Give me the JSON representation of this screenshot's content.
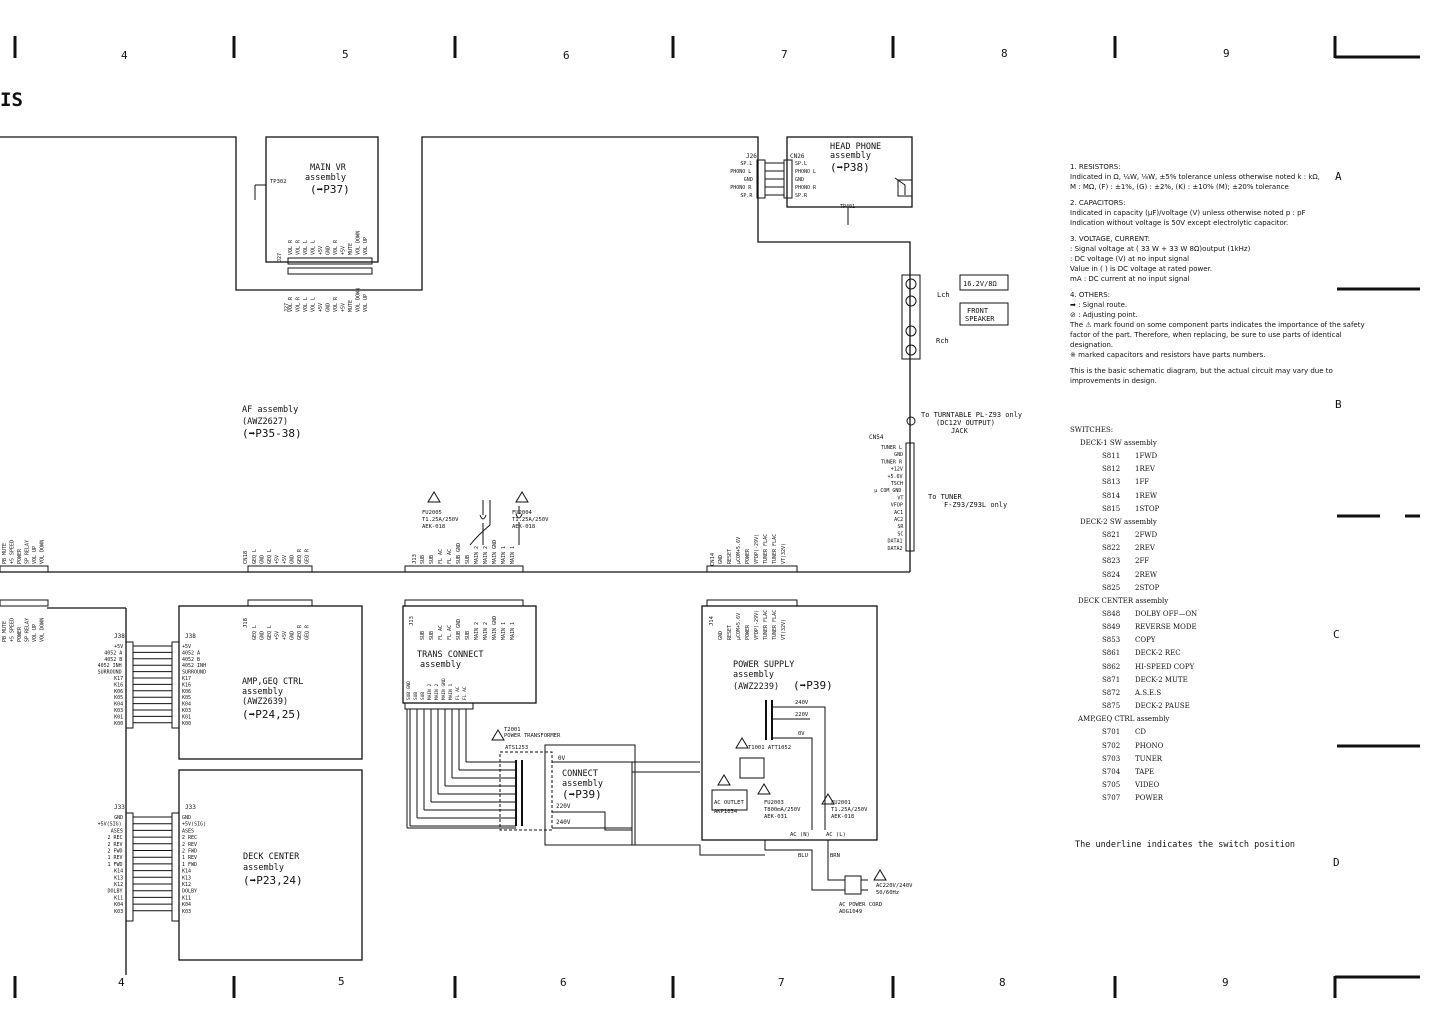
{
  "page": {
    "title_fragment": "IS",
    "columns": [
      "4",
      "5",
      "6",
      "7",
      "8",
      "9"
    ],
    "rows": [
      "A",
      "B",
      "C",
      "D"
    ]
  },
  "assemblies": {
    "main_vr": {
      "name": "MAIN VR",
      "sub": "assembly",
      "ref": "(➡P37)",
      "tp": "TP302",
      "connector": "J27",
      "pins": [
        "VOL R",
        "VOL R",
        "VOL L",
        "VOL L",
        "+5V",
        "GND",
        "VOL R",
        "+5V",
        "MUTE",
        "VOL DOWN",
        "VOL UP"
      ]
    },
    "head_phone": {
      "name": "HEAD PHONE",
      "sub": "assembly",
      "ref": "(➡P38)",
      "connector": "CN26",
      "connector2": "J26",
      "tp": "TP401",
      "pins_left": [
        "SP.L",
        "PHONO L",
        "GND",
        "PHONO R",
        "SP.R"
      ],
      "pins_right": [
        "SP.L",
        "PHONO L",
        "GND",
        "PHONO R",
        "SP.R"
      ]
    },
    "af": {
      "name": "AF assembly",
      "code": "(AWZ2627)",
      "ref": "(➡P35-38)"
    },
    "amp_geq": {
      "name": "AMP,GEQ CTRL",
      "sub": "assembly",
      "code": "(AWZ2639)",
      "ref": "(➡P24,25)",
      "connector": "J38",
      "pins": [
        "+5V",
        "4052 A",
        "4052 B",
        "4052 INH",
        "SURROUND",
        "K17",
        "K16",
        "K06",
        "K05",
        "K04",
        "K03",
        "K01",
        "K00"
      ]
    },
    "deck_center": {
      "name": "DECK CENTER",
      "sub": "assembly",
      "ref": "(➡P23,24)",
      "connector": "J33",
      "pins": [
        "GND",
        "+5V(SIG)",
        "ASES",
        "2 REC",
        "2 REV",
        "2 FWD",
        "1 REV",
        "1 FWD",
        "K14",
        "K13",
        "K12",
        "DOLBY",
        "K11",
        "K04",
        "K03"
      ]
    },
    "trans_connect": {
      "name": "TRANS CONNECT",
      "sub": "assembly",
      "ref": "(➡P39)",
      "connector": "J13",
      "pins": [
        "SUB",
        "SUB",
        "FL AC",
        "FL AC",
        "SUB GND",
        "SUB",
        "MAIN 2",
        "MAIN 2",
        "MAIN GND",
        "MAIN 1",
        "MAIN 1"
      ]
    },
    "power_supply": {
      "name": "POWER SUPPLY",
      "sub": "assembly",
      "code": "(AWZ2239)",
      "ref": "(➡P39)",
      "connector": "J14",
      "pins": [
        "GND",
        "RESET",
        "μCOM+5.6V",
        "POWER",
        "VFDP(-29V)",
        "TUNER FLAC",
        "TUNER FLAC",
        "VT(32V)"
      ]
    },
    "connect": {
      "name": "CONNECT",
      "sub": "assembly",
      "ref": "(➡P39)",
      "taps": [
        "0V",
        "220V",
        "240V"
      ]
    },
    "cn18": {
      "connector": "CN18",
      "pins": [
        "GEQ L",
        "GND",
        "GEQ L",
        "+5V",
        "+5V",
        "GND",
        "GEQ R",
        "GEQ R"
      ]
    },
    "left_bus": {
      "pins": [
        "PB MUTE",
        "+5 SPEED",
        "POWER",
        "SP RELAY",
        "VOL UP",
        "VOL DOWN"
      ]
    }
  },
  "components": {
    "fu2005": {
      "label": "FU2005",
      "rating": "T1.25A/250V",
      "part": "AEK-018"
    },
    "fu2004": {
      "label": "FU2004",
      "rating": "T1.25A/250V",
      "part": "AEK-018"
    },
    "t2001": {
      "label": "T2001",
      "desc": "POWER TRANSFORMER",
      "part": "ATS1253"
    },
    "t1001": {
      "label": "T1001",
      "part": "ATT1052"
    },
    "ac_outlet": {
      "label": "AC OUTLET",
      "part": "AKP1034"
    },
    "fu2003": {
      "label": "FU2003",
      "rating": "T800mA/250V",
      "part": "AEK-031"
    },
    "fu2001": {
      "label": "FU2001",
      "rating": "T1.25A/250V",
      "part": "AEK-018"
    },
    "ac_cord": {
      "label": "AC POWER CORD",
      "part": "ADG1049",
      "voltage": "AC220V/240V",
      "freq": "50/60Hz",
      "blu": "BLU",
      "brn": "BRN",
      "acn": "AC (N)",
      "acl": "AC (L)"
    },
    "ps_taps": [
      "240V",
      "220V",
      "0V"
    ],
    "speakers": {
      "lch": "Lch",
      "rch": "Rch",
      "power": "16.2V/8Ω",
      "front": "FRONT",
      "speaker": "SPEAKER"
    },
    "turntable": {
      "line1": "To TURNTABLE PL-Z93 only",
      "line2": "(DC12V OUTPUT)",
      "line3": "JACK"
    },
    "cn54": {
      "connector": "CN54",
      "pins": [
        "TUNER L",
        "GND",
        "TUNER R",
        "+12V",
        "+5.6V",
        "TSCH",
        "μ COM GND",
        "VT",
        "VFDP",
        "AC1",
        "AC2",
        "SR",
        "SC",
        "DATA1",
        "DATA2"
      ]
    },
    "tuner": {
      "line1": "To TUNER",
      "line2": "F-Z93/Z93L only"
    }
  },
  "notes": {
    "resistors_title": "1. RESISTORS:",
    "resistors_1": "Indicated in Ω, ¼W, ⅛W, ±5% tolerance unless otherwise noted k : kΩ,",
    "resistors_2": "M : MΩ, (F) : ±1%, (G) : ±2%, (K) : ±10% (M); ±20% tolerance",
    "capacitors_title": "2. CAPACITORS:",
    "capacitors_1": "Indicated in capacity (μF)/voltage (V) unless otherwise noted p : pF",
    "capacitors_2": "Indication without voltage is 50V except electrolytic capacitor.",
    "voltage_title": "3. VOLTAGE, CURRENT:",
    "voltage_1": ": Signal voltage at ( 33 W + 33 W 8Ω)output (1kHz)",
    "voltage_2": ": DC voltage (V) at no input signal",
    "voltage_3": "Value in ( ) is DC voltage at rated power.",
    "voltage_4": "mA : DC current at no input signal",
    "others_title": "4. OTHERS:",
    "others_1": "➡ : Signal route.",
    "others_2": "⊘ : Adjusting point.",
    "others_3": "The ⚠ mark found on some component parts indicates the importance of the safety factor of the part. Therefore, when replacing, be sure to use parts of identical designation.",
    "others_4": "※ marked capacitors and resistors have parts numbers.",
    "basic": "This is the basic schematic diagram, but the actual circuit may vary due to improvements in design."
  },
  "switches": {
    "title": "SWITCHES:",
    "groups": [
      {
        "name": "DECK-1 SW assembly",
        "items": [
          [
            "S811",
            "1FWD"
          ],
          [
            "S812",
            "1REV"
          ],
          [
            "S813",
            "1FF"
          ],
          [
            "S814",
            "1REW"
          ],
          [
            "S815",
            "1STOP"
          ]
        ]
      },
      {
        "name": "DECK-2 SW assembly",
        "items": [
          [
            "S821",
            "2FWD"
          ],
          [
            "S822",
            "2REV"
          ],
          [
            "S823",
            "2FF"
          ],
          [
            "S824",
            "2REW"
          ],
          [
            "S825",
            "2STOP"
          ]
        ]
      },
      {
        "name": "DECK CENTER assembly",
        "items": [
          [
            "S848",
            "DOLBY OFF—ON"
          ],
          [
            "S849",
            "REVERSE MODE"
          ],
          [
            "S853",
            "COPY"
          ],
          [
            "S861",
            "DECK-2 REC"
          ],
          [
            "S862",
            "HI-SPEED COPY"
          ],
          [
            "S871",
            "DECK-2 MUTE"
          ],
          [
            "S872",
            "A.S.E.S"
          ],
          [
            "S875",
            "DECK-2 PAUSE"
          ]
        ]
      },
      {
        "name": "AMP,GEQ CTRL assembly",
        "items": [
          [
            "S701",
            "CD"
          ],
          [
            "S702",
            "PHONO"
          ],
          [
            "S703",
            "TUNER"
          ],
          [
            "S704",
            "TAPE"
          ],
          [
            "S705",
            "VIDEO"
          ],
          [
            "S707",
            "POWER"
          ]
        ]
      }
    ],
    "footnote": "The underline indicates the switch position"
  }
}
